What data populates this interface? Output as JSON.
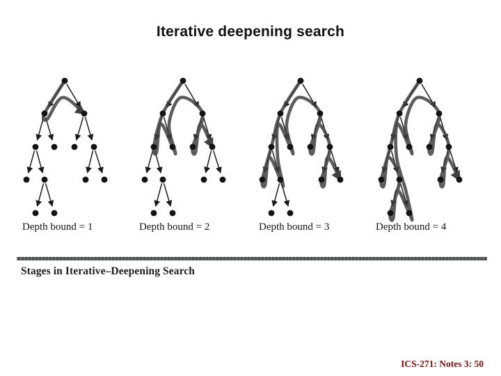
{
  "slide": {
    "title": "Iterative deepening search",
    "caption": "Stages in Iterative–Deepening Search",
    "footer": "ICS-271: Notes 3: 50"
  },
  "diagram": {
    "type": "iterative-deepening-tree-stages",
    "stage_labels": [
      "Depth bound = 1",
      "Depth bound = 2",
      "Depth bound = 3",
      "Depth bound = 4"
    ],
    "depth_bounds": [
      1,
      2,
      3,
      4
    ],
    "tree": {
      "node_ids": [
        "root",
        "L",
        "R",
        "LL",
        "LR",
        "RL",
        "RR",
        "LLL",
        "LLR",
        "RRL",
        "RRR",
        "LLRL",
        "LLRR"
      ],
      "children": {
        "root": [
          "L",
          "R"
        ],
        "L": [
          "LL",
          "LR"
        ],
        "R": [
          "RL",
          "RR"
        ],
        "LL": [
          "LLL",
          "LLR"
        ],
        "RR": [
          "RRL",
          "RRR"
        ],
        "LLR": [
          "LLRL",
          "LLRR"
        ]
      },
      "depths": {
        "root": 0,
        "L": 1,
        "R": 1,
        "LL": 2,
        "LR": 2,
        "RL": 2,
        "RR": 2,
        "LLL": 3,
        "LLR": 3,
        "RRL": 3,
        "RRR": 3,
        "LLRL": 4,
        "LLRR": 4
      }
    },
    "visit_orders": {
      "1": [
        "root",
        "L",
        "R"
      ],
      "2": [
        "root",
        "L",
        "LL",
        "LR",
        "R",
        "RL",
        "RR"
      ],
      "3": [
        "root",
        "L",
        "LL",
        "LLL",
        "LLR",
        "LR",
        "R",
        "RL",
        "RR",
        "RRL",
        "RRR"
      ],
      "4": [
        "root",
        "L",
        "LL",
        "LLL",
        "LLR",
        "LLRL",
        "LLRR",
        "LR",
        "R",
        "RL",
        "RR",
        "RRL",
        "RRR"
      ]
    },
    "colors": {
      "node": "#141414",
      "edge": "#1a1a1a",
      "highlight": "#3f3f3f",
      "rule_bar": "#54585b",
      "title": "#101010",
      "caption": "#1e1e1e",
      "label": "#151515",
      "footer": "#7a0f0f"
    }
  }
}
